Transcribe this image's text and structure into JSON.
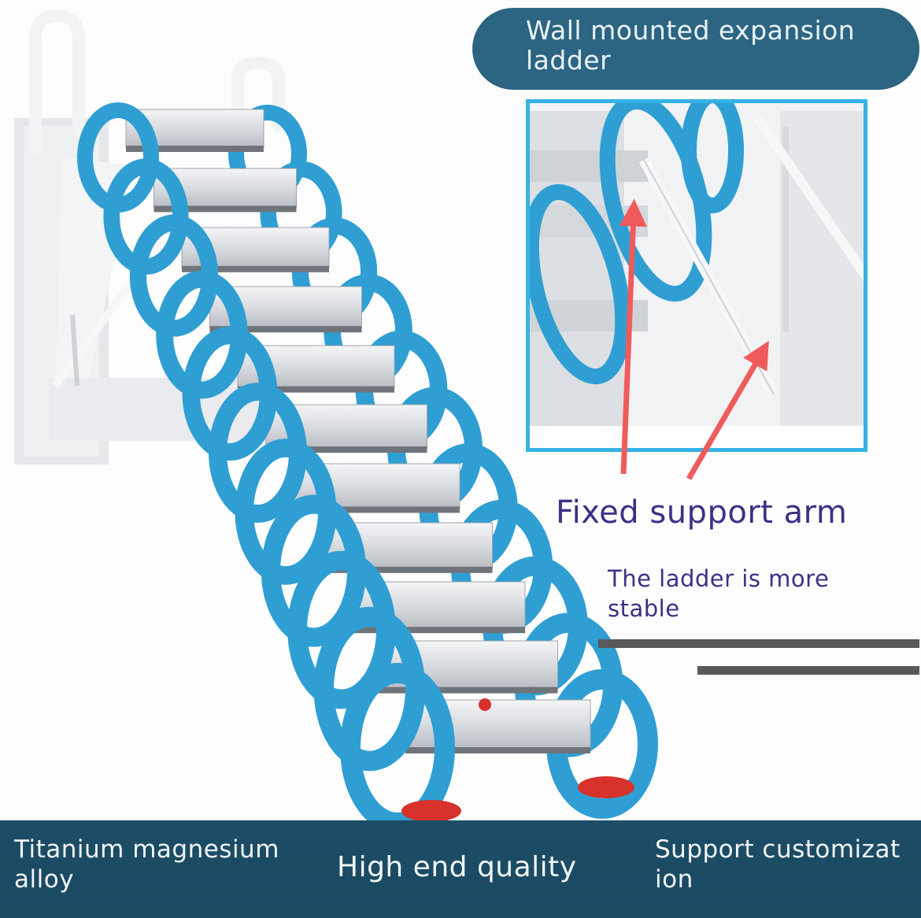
{
  "header": {
    "title": "Wall mounted expansion ladder"
  },
  "callout": {
    "label": "Fixed support arm",
    "note": "The ladder is more stable"
  },
  "features": [
    {
      "label": "Titanium magnesium alloy"
    },
    {
      "label": "High end quality"
    },
    {
      "label": "Support customizat ion"
    }
  ],
  "ladder": {
    "step_count": 11
  },
  "colors": {
    "accent_blue": "#2f9fd3",
    "banner": "#2c6582",
    "footer": "#1d4d66",
    "inset_border": "#35b3e6",
    "caption": "#3f2f86",
    "arrow": "#ef5b5b"
  }
}
